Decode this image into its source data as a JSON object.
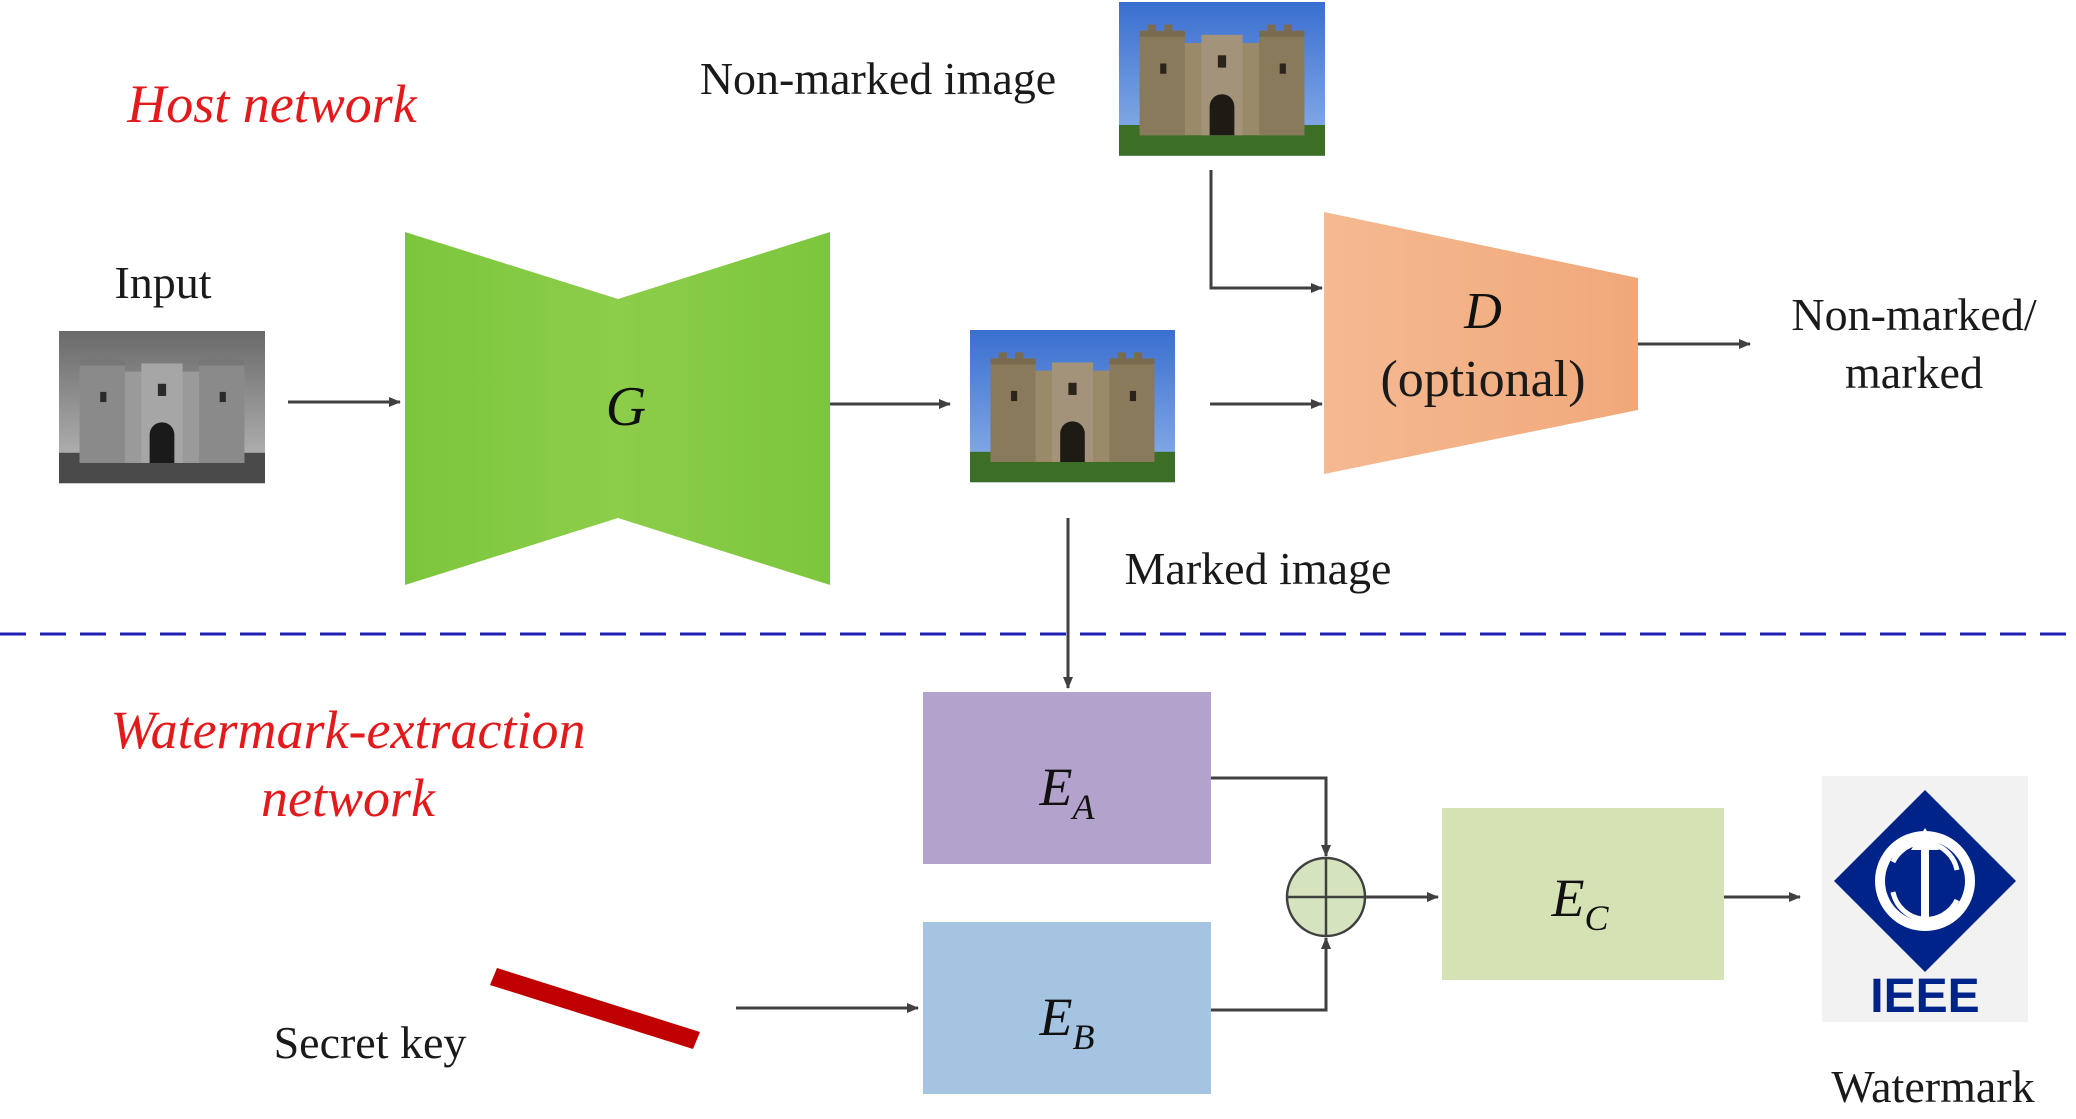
{
  "sections": {
    "host": "Host network",
    "extraction_line1": "Watermark-extraction",
    "extraction_line2": "network"
  },
  "labels": {
    "input": "Input",
    "non_marked_image": "Non-marked image",
    "marked_image": "Marked image",
    "output_line1": "Non-marked/",
    "output_line2": "marked",
    "secret_key": "Secret key",
    "watermark": "Watermark"
  },
  "blocks": {
    "generator": {
      "name": "G"
    },
    "discriminator": {
      "name": "D",
      "note": "(optional)"
    },
    "ea": {
      "name": "E",
      "sub": "A"
    },
    "eb": {
      "name": "E",
      "sub": "B"
    },
    "ec": {
      "name": "E",
      "sub": "C"
    }
  },
  "watermark_logo": {
    "text": "IEEE"
  },
  "colors": {
    "section_title": "#e31a1c",
    "generator": "#8ccd4a",
    "discriminator": "#f4b488",
    "ea": "#b3a3cc",
    "eb": "#a5c4e2",
    "ec": "#d5e3b4",
    "secret_key_bar": "#c00000",
    "divider": "#1f1fb4",
    "ieee_blue": "#00238a"
  },
  "icons": {
    "adder": "circle-plus-icon",
    "photo": "castle-photo-icon",
    "logo": "ieee-logo-icon"
  }
}
